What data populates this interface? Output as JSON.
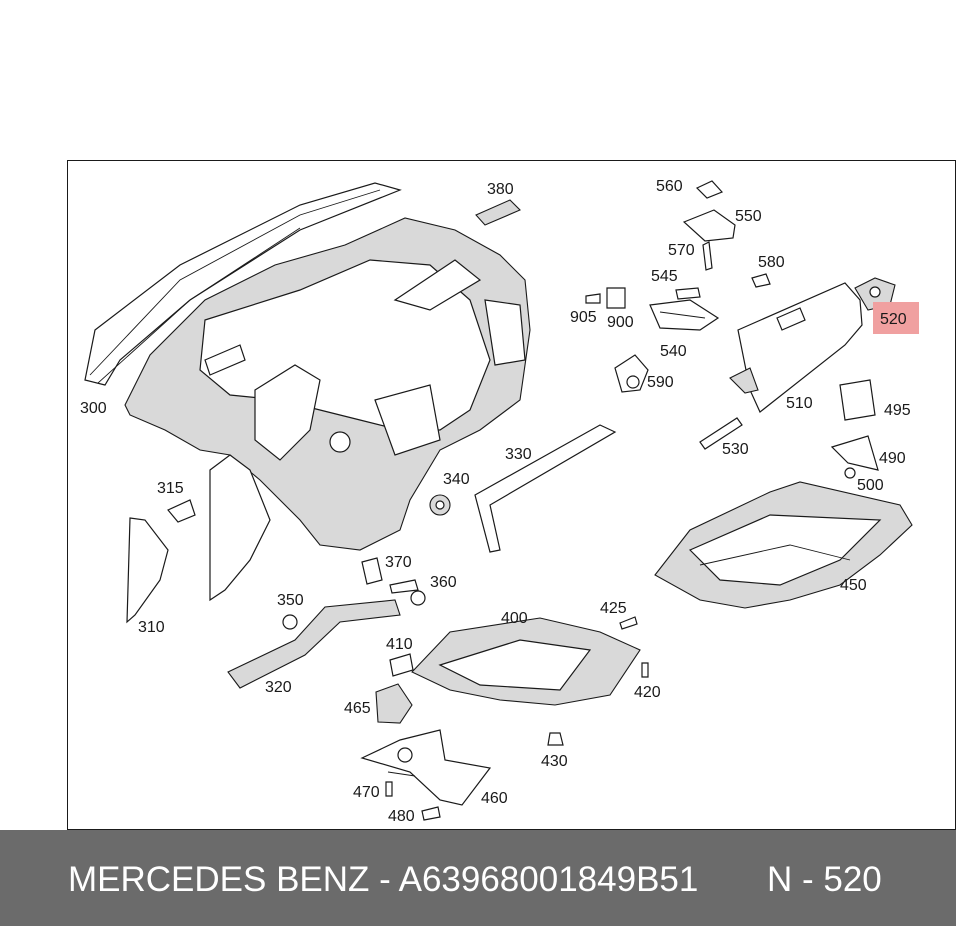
{
  "diagram": {
    "highlight_color": "#f0a0a0",
    "labels": [
      {
        "id": "300",
        "text": "300"
      },
      {
        "id": "380",
        "text": "380"
      },
      {
        "id": "560",
        "text": "560"
      },
      {
        "id": "550",
        "text": "550"
      },
      {
        "id": "570",
        "text": "570"
      },
      {
        "id": "580",
        "text": "580"
      },
      {
        "id": "545",
        "text": "545"
      },
      {
        "id": "905",
        "text": "905"
      },
      {
        "id": "900",
        "text": "900"
      },
      {
        "id": "540",
        "text": "540"
      },
      {
        "id": "520",
        "text": "520",
        "highlighted": true
      },
      {
        "id": "590",
        "text": "590"
      },
      {
        "id": "510",
        "text": "510"
      },
      {
        "id": "495",
        "text": "495"
      },
      {
        "id": "530",
        "text": "530"
      },
      {
        "id": "490",
        "text": "490"
      },
      {
        "id": "500",
        "text": "500"
      },
      {
        "id": "330",
        "text": "330"
      },
      {
        "id": "340",
        "text": "340"
      },
      {
        "id": "315",
        "text": "315"
      },
      {
        "id": "310",
        "text": "310"
      },
      {
        "id": "370",
        "text": "370"
      },
      {
        "id": "360",
        "text": "360"
      },
      {
        "id": "350",
        "text": "350"
      },
      {
        "id": "320",
        "text": "320"
      },
      {
        "id": "400",
        "text": "400"
      },
      {
        "id": "425",
        "text": "425"
      },
      {
        "id": "410",
        "text": "410"
      },
      {
        "id": "420",
        "text": "420"
      },
      {
        "id": "450",
        "text": "450"
      },
      {
        "id": "465",
        "text": "465"
      },
      {
        "id": "430",
        "text": "430"
      },
      {
        "id": "470",
        "text": "470"
      },
      {
        "id": "460",
        "text": "460"
      },
      {
        "id": "480",
        "text": "480"
      }
    ]
  },
  "footer": {
    "brand_and_part": "MERCEDES BENZ - A63968001849B51",
    "position_ref": "N - 520",
    "background": "#6b6b6b"
  }
}
